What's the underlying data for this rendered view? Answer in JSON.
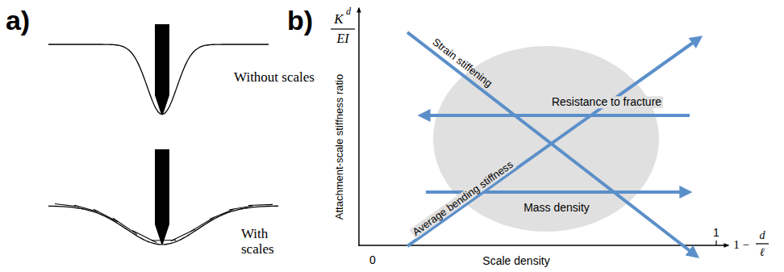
{
  "diagram": {
    "labels": [
      "a)",
      "Without scales",
      "With scales",
      "b)",
      "K",
      "d",
      "EI",
      "Attachment-scale stiffness ratio",
      "Strain stiffening",
      "Resistance to fracture",
      "Average bending stiffness",
      "Mass density",
      "0",
      "Scale density",
      "1",
      "1 −",
      "d",
      "ℓ"
    ]
  }
}
